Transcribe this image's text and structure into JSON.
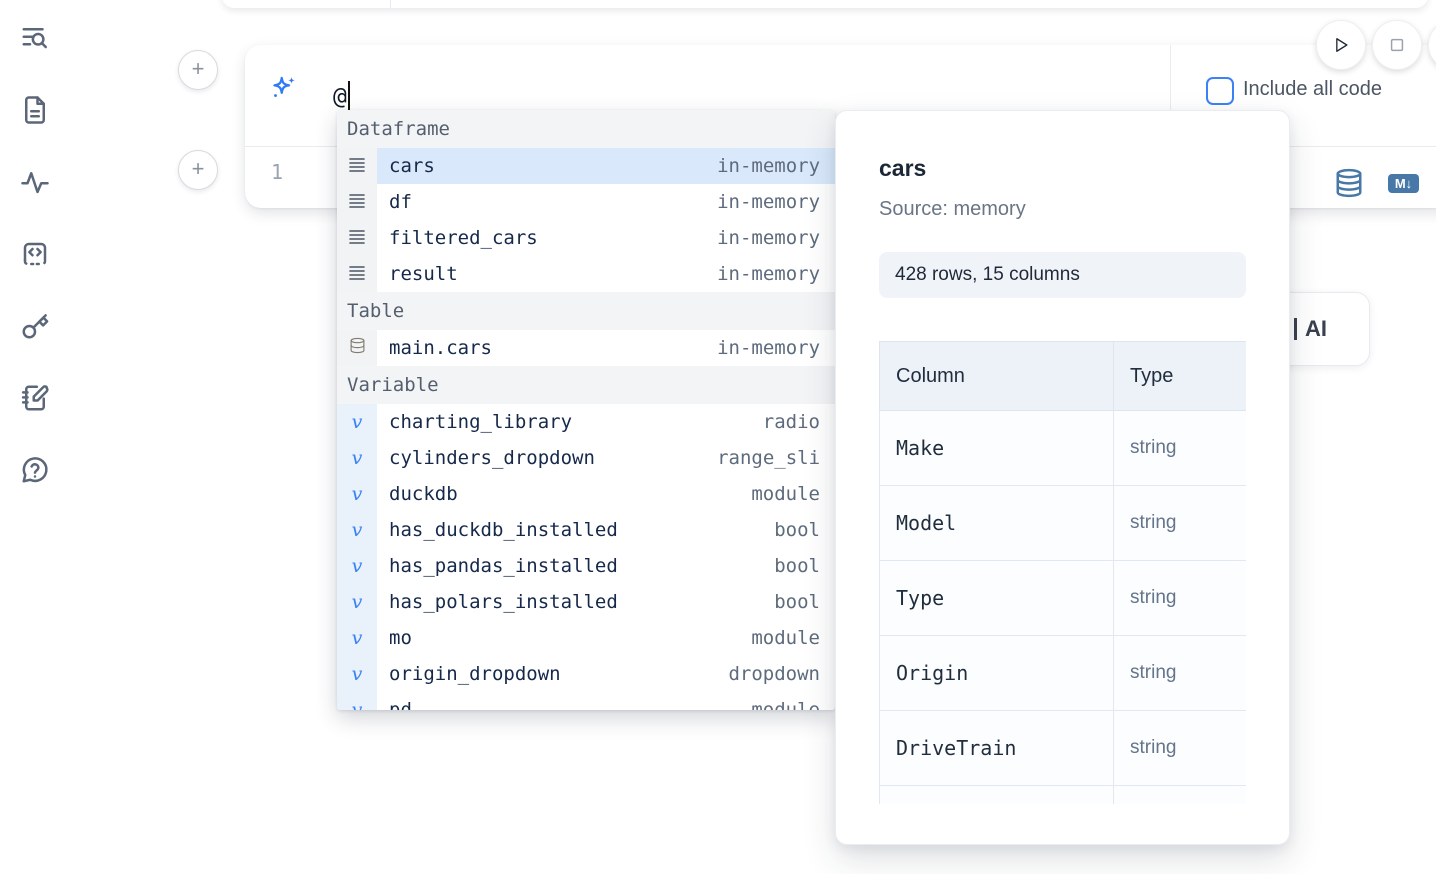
{
  "colors": {
    "accent_blue": "#3b82f6",
    "steel_blue": "#4878a8",
    "selection_blue": "#d9e9fb",
    "text_dark": "#16294a",
    "text_muted": "#5e6b7c"
  },
  "sidebar": {
    "icons": [
      "toc-search-icon",
      "file-icon",
      "tracebacks-icon",
      "snippets-icon",
      "secrets-key-icon",
      "scratchpad-icon",
      "help-icon"
    ]
  },
  "add_cell": {
    "label": "+"
  },
  "run_controls": {
    "run_button": "play-icon",
    "stop_button": "stop-icon"
  },
  "ai_prompt": {
    "value": "@",
    "include_all_code_label": "Include all code",
    "checkbox_checked": false
  },
  "editor": {
    "line_number": "1",
    "markdown_badge": "M↓"
  },
  "generate_ai_button": {
    "label": "AI"
  },
  "autocomplete": {
    "sections": [
      {
        "label": "Dataframe",
        "icon": "dataframe-icon",
        "gutter": "gray",
        "items": [
          {
            "name": "cars",
            "type": "in-memory",
            "selected": true
          },
          {
            "name": "df",
            "type": "in-memory",
            "selected": false
          },
          {
            "name": "filtered_cars",
            "type": "in-memory",
            "selected": false
          },
          {
            "name": "result",
            "type": "in-memory",
            "selected": false
          }
        ]
      },
      {
        "label": "Table",
        "icon": "database-icon",
        "gutter": "gray",
        "items": [
          {
            "name": "main.cars",
            "type": "in-memory",
            "selected": false
          }
        ]
      },
      {
        "label": "Variable",
        "icon": "variable-icon",
        "gutter": "blue",
        "items": [
          {
            "name": "charting_library",
            "type": "radio",
            "selected": false
          },
          {
            "name": "cylinders_dropdown",
            "type": "range_slider",
            "selected": false
          },
          {
            "name": "duckdb",
            "type": "module",
            "selected": false
          },
          {
            "name": "has_duckdb_installed",
            "type": "bool",
            "selected": false
          },
          {
            "name": "has_pandas_installed",
            "type": "bool",
            "selected": false
          },
          {
            "name": "has_polars_installed",
            "type": "bool",
            "selected": false
          },
          {
            "name": "mo",
            "type": "module",
            "selected": false
          },
          {
            "name": "origin_dropdown",
            "type": "dropdown",
            "selected": false
          },
          {
            "name": "pd",
            "type": "module",
            "selected": false
          }
        ]
      }
    ]
  },
  "preview": {
    "title": "cars",
    "source": "Source: memory",
    "shape": "428 rows, 15 columns",
    "table": {
      "headers": [
        "Column",
        "Type"
      ],
      "rows": [
        {
          "column": "Make",
          "type": "string"
        },
        {
          "column": "Model",
          "type": "string"
        },
        {
          "column": "Type",
          "type": "string"
        },
        {
          "column": "Origin",
          "type": "string"
        },
        {
          "column": "DriveTrain",
          "type": "string"
        },
        {
          "column": "",
          "type": ""
        }
      ]
    }
  }
}
